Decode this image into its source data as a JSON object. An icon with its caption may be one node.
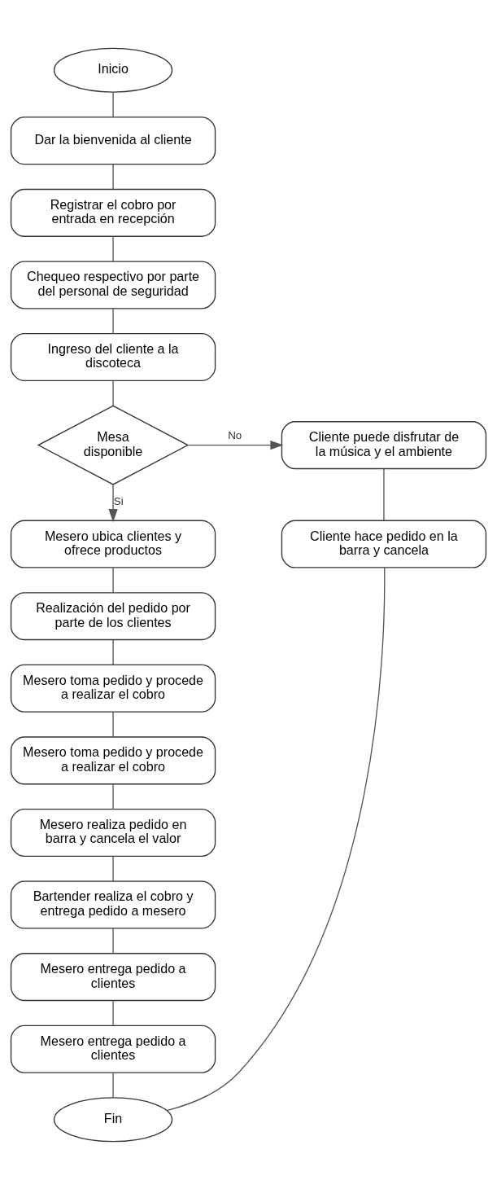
{
  "diagram": {
    "nodes": [
      {
        "text": [
          "Inicio"
        ]
      },
      {
        "text": [
          "Dar la bienvenida al cliente"
        ]
      },
      {
        "text": [
          "Registrar el cobro por entrada en recepción"
        ]
      },
      {
        "text": [
          "Chequeo respectivo por parte del personal de seguridad"
        ]
      },
      {
        "text": [
          "Ingreso del cliente a la discoteca"
        ]
      },
      {
        "text": [
          "Mesa disponible"
        ]
      },
      {
        "text": [
          "Cliente puede disfrutar de la música y el ambiente"
        ]
      },
      {
        "text": [
          "Cliente hace pedido en la barra y cancela"
        ]
      },
      {
        "text": [
          "Mesero ubica clientes y ofrece productos"
        ]
      },
      {
        "text": [
          "Realización del pedido por parte de los clientes"
        ]
      },
      {
        "text": [
          "Mesero toma pedido y procede a realizar el cobro"
        ]
      },
      {
        "text": [
          "Mesero toma pedido y procede a realizar el cobro"
        ]
      },
      {
        "text": [
          "Mesero realiza pedido en barra y cancela el valor"
        ]
      },
      {
        "text": [
          "Bartender realiza el cobro y entrega pedido a mesero"
        ]
      },
      {
        "text": [
          "Mesero entrega pedido a clientes"
        ]
      },
      {
        "text": [
          "Mesero entrega pedido a clientes"
        ]
      },
      {
        "text": [
          "Fin"
        ]
      }
    ],
    "edges": [
      {
        "from": 0,
        "to": 1,
        "arrow": "none"
      },
      {
        "from": 1,
        "to": 2,
        "arrow": "none"
      },
      {
        "from": 2,
        "to": 3,
        "arrow": "none"
      },
      {
        "from": 3,
        "to": 4,
        "arrow": "none"
      },
      {
        "from": 4,
        "to": 5,
        "arrow": "none"
      },
      {
        "from": 5,
        "to": 6,
        "arrow": "to",
        "label": "No"
      },
      {
        "from": 6,
        "to": 7,
        "arrow": "none"
      },
      {
        "from": 5,
        "to": 8,
        "arrow": "to",
        "label": "Si"
      },
      {
        "from": 8,
        "to": 9,
        "arrow": "none"
      },
      {
        "from": 9,
        "to": 10,
        "arrow": "none"
      },
      {
        "from": 10,
        "to": 11,
        "arrow": "none"
      },
      {
        "from": 11,
        "to": 12,
        "arrow": "none"
      },
      {
        "from": 12,
        "to": 13,
        "arrow": "none"
      },
      {
        "from": 13,
        "to": 14,
        "arrow": "none"
      },
      {
        "from": 14,
        "to": 15,
        "arrow": "none"
      },
      {
        "from": 15,
        "to": 16,
        "arrow": "none"
      },
      {
        "from": 7,
        "to": 16,
        "arrow": "none"
      }
    ]
  }
}
